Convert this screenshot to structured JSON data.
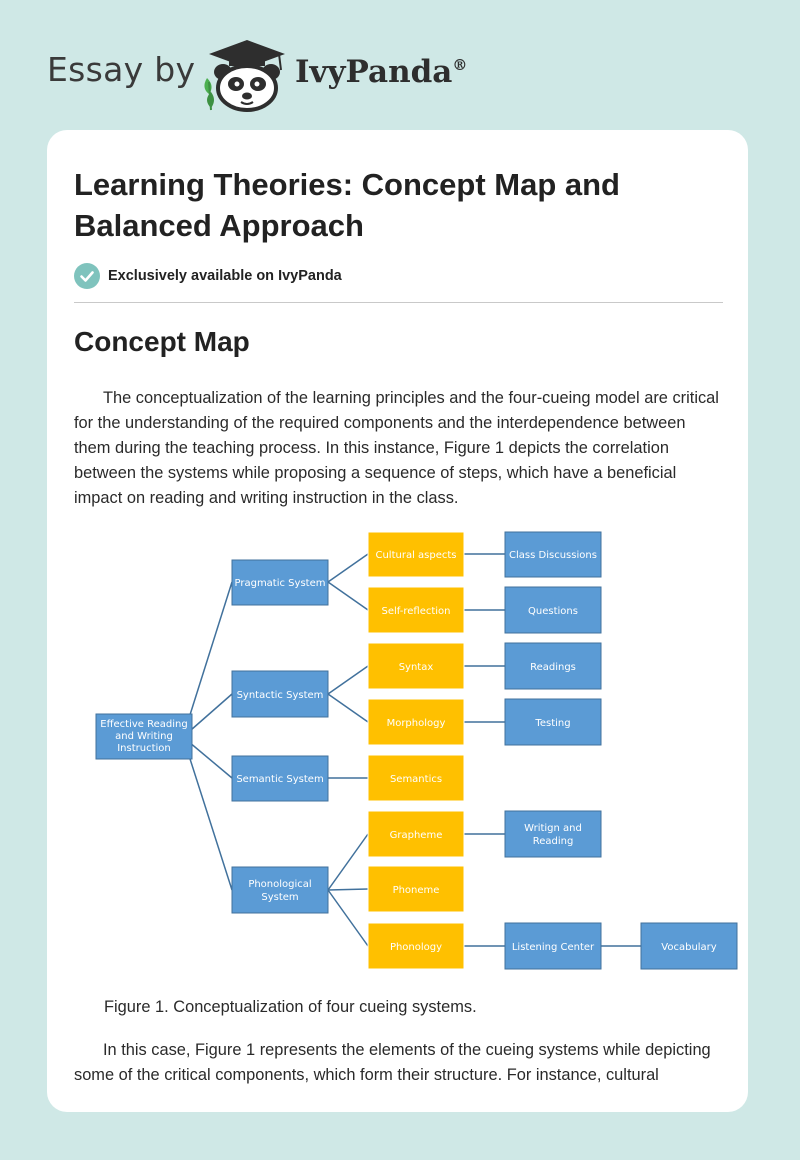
{
  "brand": {
    "prefix": "Essay by",
    "name": "IvyPanda",
    "registered": "®"
  },
  "article": {
    "title": "Learning Theories: Concept Map and Balanced Approach",
    "exclusive_label": "Exclusively available on IvyPanda",
    "section_heading": "Concept Map",
    "paragraph_1": "The conceptualization of the learning principles and the four-cueing model are critical for the understanding of the required components and the interdependence between them during the teaching process. In this instance, Figure 1 depicts the correlation between the systems while proposing a sequence of steps, which have a beneficial impact on reading and writing instruction in the class.",
    "figure_caption": "Figure 1. Conceptualization of four cueing systems.",
    "paragraph_2": "In this case, Figure 1 represents the elements of the cueing systems while depicting some of the critical components, which form their structure. For instance, cultural"
  },
  "concept_map": {
    "colors": {
      "blue": "#5b9bd5",
      "yellow": "#ffc000",
      "line": "#41719c"
    },
    "root": "Effective Reading and Writing Instruction",
    "systems": [
      "Pragmatic System",
      "Syntactic System",
      "Semantic System",
      "Phonological System"
    ],
    "components": [
      "Cultural aspects",
      "Self-reflection",
      "Syntax",
      "Morphology",
      "Semantics",
      "Grapheme",
      "Phoneme",
      "Phonology"
    ],
    "activities": [
      "Class Discussions",
      "Questions",
      "Readings",
      "Testing",
      "Writign and Reading",
      "Listening Center"
    ],
    "extra": "Vocabulary"
  }
}
